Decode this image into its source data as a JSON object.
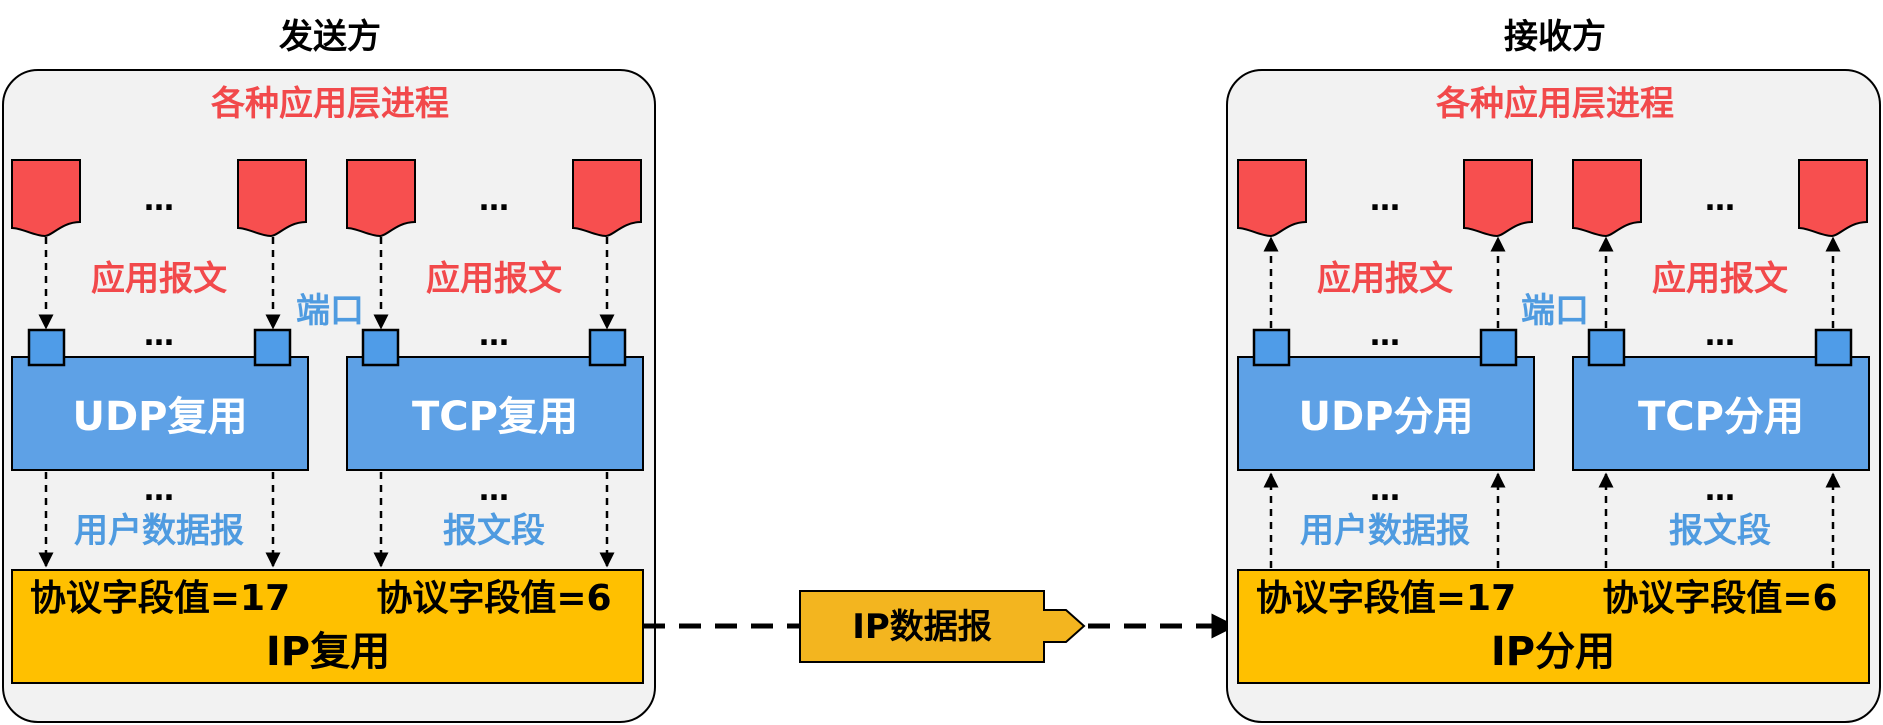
{
  "colors": {
    "panel_fill": "#f2f2f2",
    "panel_stroke": "#000000",
    "app_message_red": "#f74f4f",
    "port_blue": "#4f9ce8",
    "mux_blue": "#5ea1e6",
    "ip_yellow": "#ffc000",
    "label_red": "#f2494b",
    "label_blue": "#4f9be0",
    "ip_datagram_fill": "#f3b51f"
  },
  "sender": {
    "title": "发送方",
    "processes_label": "各种应用层进程",
    "udp_message_label": "应用报文",
    "tcp_message_label": "应用报文",
    "port_label": "端口",
    "ellipsis": "…",
    "udp_box": "UDP复用",
    "tcp_box": "TCP复用",
    "udp_segment_label": "用户数据报",
    "tcp_segment_label": "报文段",
    "ip_box": {
      "protocol_udp": "协议字段值=17",
      "protocol_tcp": "协议字段值=6",
      "name": "IP复用"
    }
  },
  "receiver": {
    "title": "接收方",
    "processes_label": "各种应用层进程",
    "udp_message_label": "应用报文",
    "tcp_message_label": "应用报文",
    "port_label": "端口",
    "ellipsis": "…",
    "udp_box": "UDP分用",
    "tcp_box": "TCP分用",
    "udp_segment_label": "用户数据报",
    "tcp_segment_label": "报文段",
    "ip_box": {
      "protocol_udp": "协议字段值=17",
      "protocol_tcp": "协议字段值=6",
      "name": "IP分用"
    }
  },
  "transfer": {
    "label": "IP数据报"
  }
}
